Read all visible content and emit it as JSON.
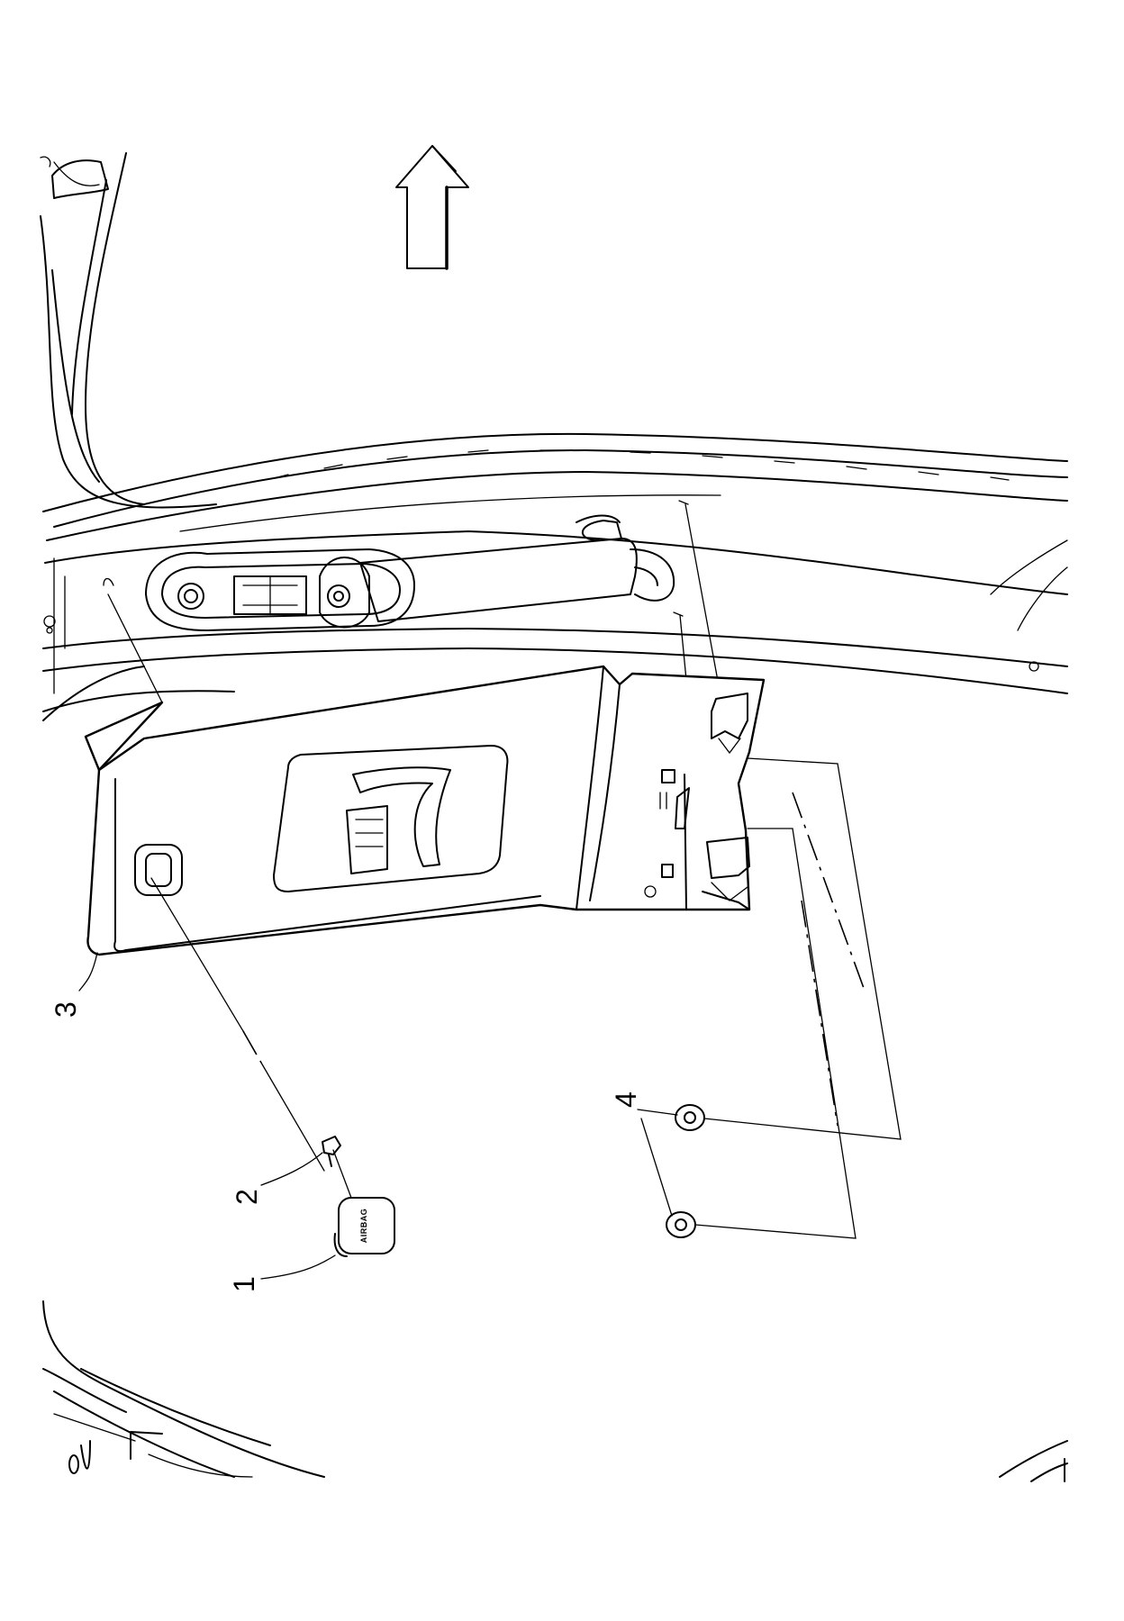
{
  "callouts": [
    {
      "id": "1",
      "label": "1"
    },
    {
      "id": "2",
      "label": "2"
    },
    {
      "id": "3",
      "label": "3"
    },
    {
      "id": "4",
      "label": "4"
    }
  ],
  "airbag_cover_text": "AIRBAG"
}
